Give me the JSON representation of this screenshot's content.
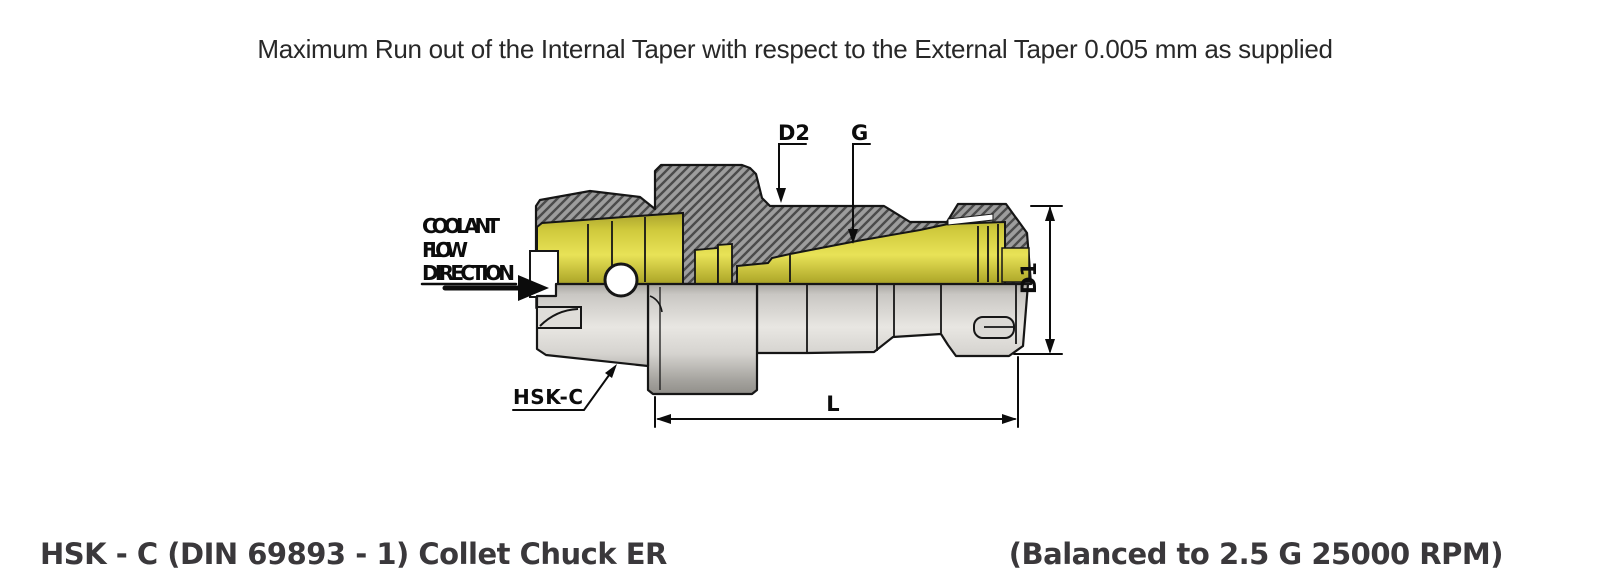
{
  "page": {
    "note_top": "Maximum Run out of the Internal Taper with respect to the External Taper 0.005 mm as supplied",
    "title_left": "HSK - C (DIN 69893 - 1) Collet Chuck ER",
    "title_right": "(Balanced to 2.5 G 25000 RPM)"
  },
  "diagram": {
    "labels": {
      "coolant_line1": "COOLANT",
      "coolant_line2": "FLOW",
      "coolant_line3": "DIRECTION",
      "d2": "D2",
      "g": "G",
      "d1": "D1",
      "length": "L",
      "shank": "HSK-C"
    },
    "colors": {
      "section_hatch_base": "#9d9d9d",
      "section_hatch_line": "#4b4b4b",
      "internal_taper_yellow": "#d8d23f",
      "body_gray": "#d6d4d0",
      "outline": "#161616",
      "note_text": "#282828",
      "title_text": "#3a383b"
    }
  }
}
